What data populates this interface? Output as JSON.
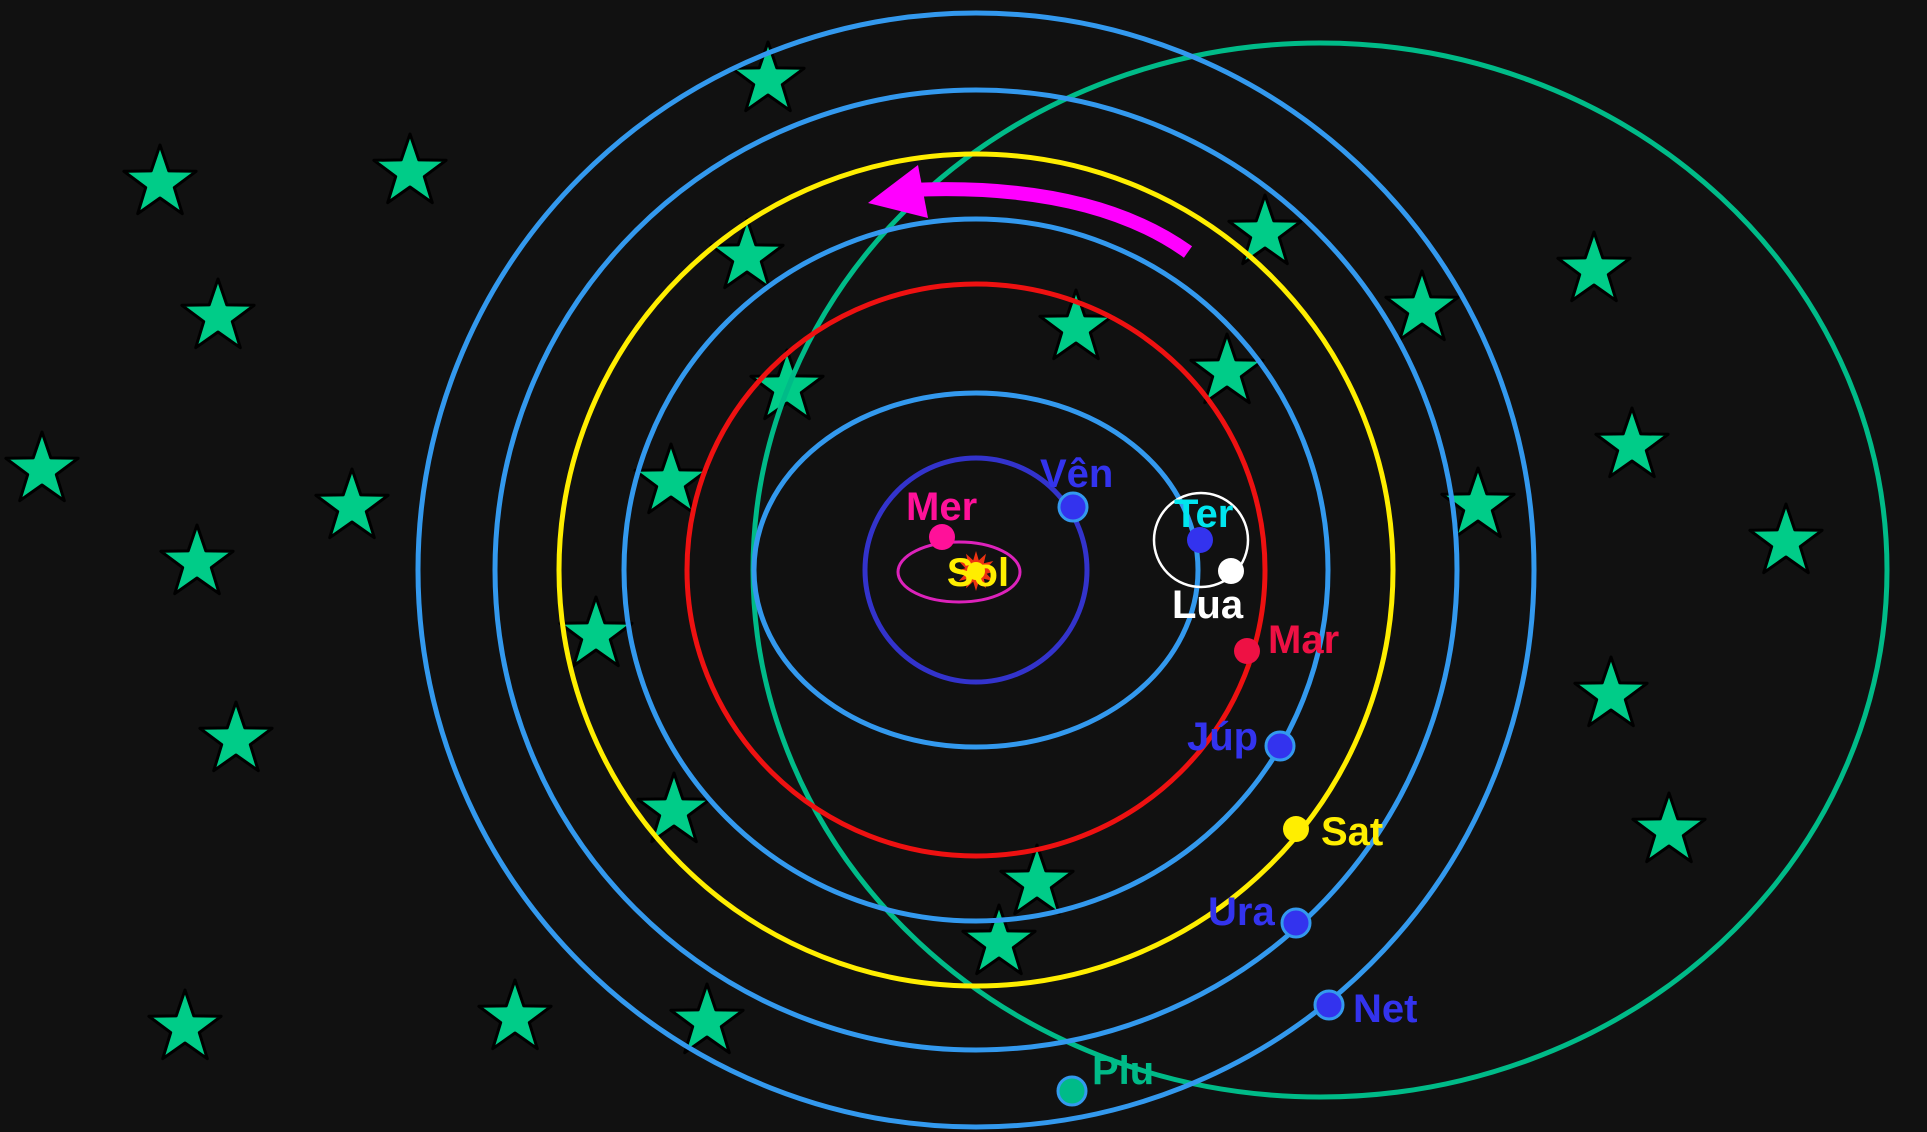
{
  "colors": {
    "background": "#111111",
    "star": "#00cc88",
    "orbit_blue": "#3399ee",
    "orbit_red": "#ee1111",
    "orbit_yellow": "#ffee00",
    "orbit_pluto": "#00bb88",
    "orbit_venus_inner": "#3333cc",
    "orbit_mercury": "#dd22bb",
    "arrow": "#ff00ff"
  },
  "sun": {
    "label": "Sol",
    "color": "#ffee00"
  },
  "moon": {
    "label": "Lua",
    "color": "#ffffff"
  },
  "planets": [
    {
      "key": "mercury",
      "label": "Mer",
      "color": "#ff1199"
    },
    {
      "key": "venus",
      "label": "Vên",
      "color": "#3333ee"
    },
    {
      "key": "earth",
      "label": "Ter",
      "color": "#00e5ee"
    },
    {
      "key": "mars",
      "label": "Mar",
      "color": "#ee1144"
    },
    {
      "key": "jupiter",
      "label": "Júp",
      "color": "#3333ee"
    },
    {
      "key": "saturn",
      "label": "Sat",
      "color": "#ffee00"
    },
    {
      "key": "uranus",
      "label": "Ura",
      "color": "#3333ee"
    },
    {
      "key": "neptune",
      "label": "Net",
      "color": "#3333ee"
    },
    {
      "key": "pluto",
      "label": "Plu",
      "color": "#00bb88"
    }
  ],
  "direction_arrow": {
    "icon": "counterclockwise-arrow-icon"
  }
}
